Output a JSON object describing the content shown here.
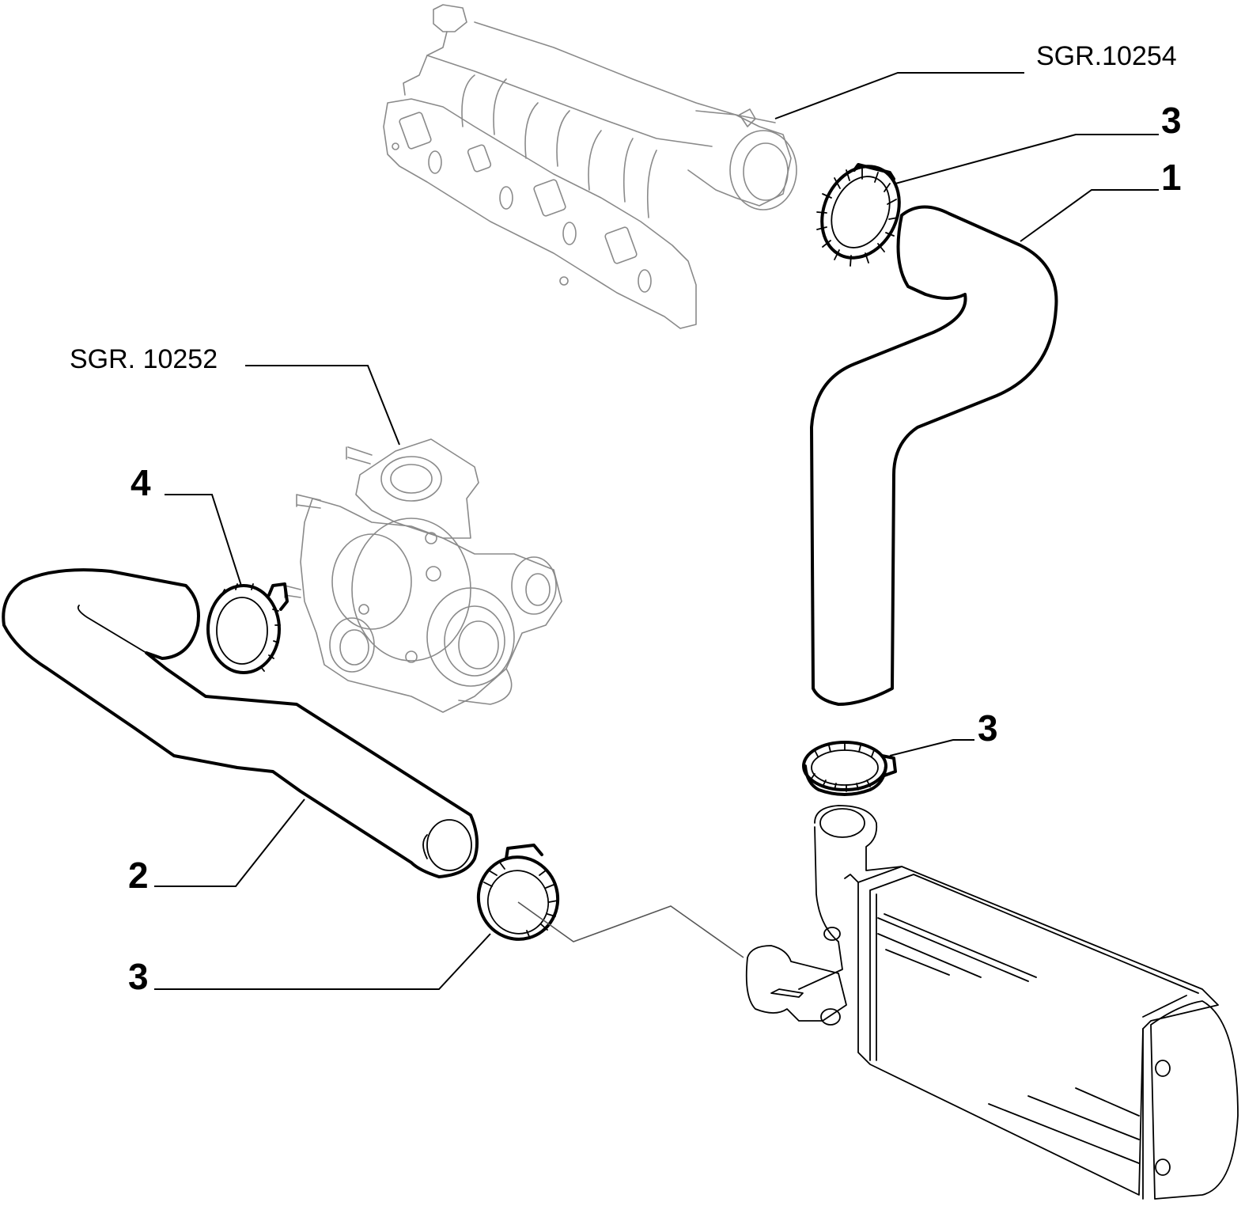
{
  "references": {
    "intake_manifold": "SGR.10254",
    "turbocharger": "SGR. 10252"
  },
  "callouts": {
    "upper_clamp": "3",
    "upper_hose": "1",
    "clamp_turbo": "4",
    "lower_hose": "2",
    "lower_clamp": "3",
    "intercooler_clamp": "3"
  }
}
